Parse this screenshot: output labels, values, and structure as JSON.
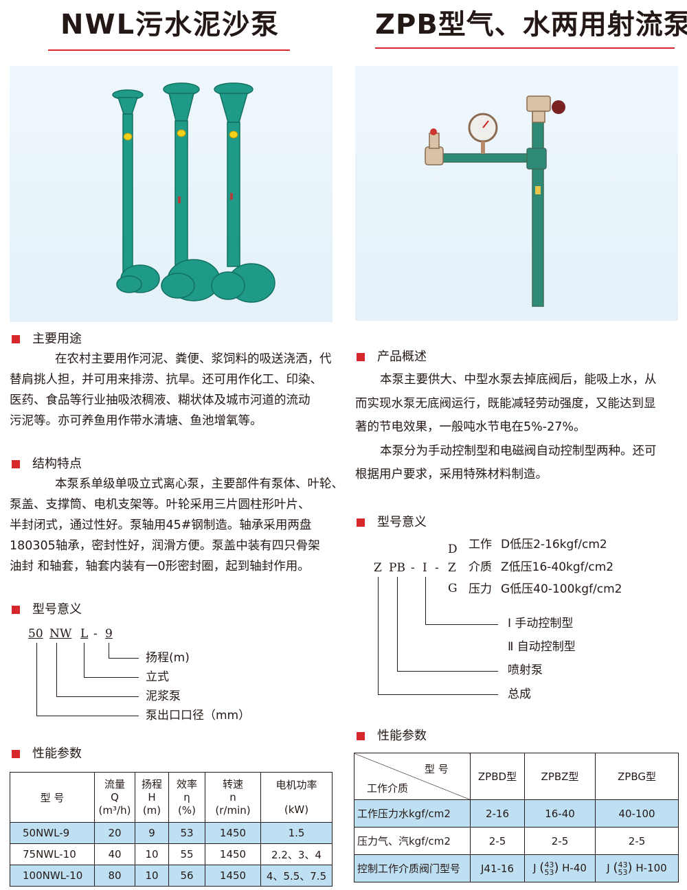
{
  "left": {
    "title": "NWL污水泥沙泵",
    "uses": {
      "heading": "主要用途",
      "lines": [
        "在农村主要用作河泥、粪便、浆饲料的吸送浇洒，代",
        "替肩挑人担，并可用来排涝、抗旱。还可用作化工、印染、",
        "医药、食品等行业抽吸浓稠液、糊状体及城市河道的流动",
        "污泥等。亦可养鱼用作带水清塘、鱼池增氧等。"
      ]
    },
    "structure": {
      "heading": "结构特点",
      "lines": [
        "本泵系单级单吸立式离心泵，主要部件有泵体、叶轮、",
        "泵盖、支撑筒、电机支架等。叶轮采用三片圆柱形叶片、",
        "半封闭式，通过性好。泵轴用45#钢制造。轴承采用两盘",
        "180305轴承，密封性好，润滑方便。泵盖中装有四只骨架",
        "油封 和轴套，轴套内装有一0形密封圈，起到轴封作用。"
      ]
    },
    "model": {
      "heading": "型号意义",
      "code": [
        "50",
        "NW",
        "L",
        "-",
        "9"
      ],
      "labels": [
        "扬程(m)",
        "立式",
        "泥浆泵",
        "泵出口口径（mm）"
      ]
    },
    "perf": {
      "heading": "性能参数",
      "headers": [
        {
          "top": "型 号",
          "mid": "",
          "bot": ""
        },
        {
          "top": "流量",
          "mid": "Q",
          "bot": "(m³/h)"
        },
        {
          "top": "扬程",
          "mid": "H",
          "bot": "(m)"
        },
        {
          "top": "效率",
          "mid": "η",
          "bot": "(%)"
        },
        {
          "top": "转速",
          "mid": "n",
          "bot": "(r/min)"
        },
        {
          "top": "电机功率",
          "mid": "",
          "bot": "(kW)"
        }
      ],
      "rows": [
        [
          "50NWL-9",
          "20",
          "9",
          "53",
          "1450",
          "1.5"
        ],
        [
          "75NWL-10",
          "40",
          "10",
          "55",
          "1450",
          "2.2、3、4"
        ],
        [
          "100NWL-10",
          "80",
          "10",
          "56",
          "1450",
          "4、5.5、7.5"
        ]
      ]
    }
  },
  "right": {
    "title": "ZPB型气、水两用射流泵",
    "overview": {
      "heading": "产品概述",
      "lines": [
        "本泵主要供大、中型水泵去掉底阀后，能吸上水，从",
        "而实现水泵无底阀运行，既能减轻劳动强度，又能达到显",
        "著的节电效果，一般吨水节电在5%-27%。",
        "本泵分为手动控制型和电磁阀自动控制型两种。还可",
        "根据用户要求，采用特殊材料制造。"
      ]
    },
    "model": {
      "heading": "型号意义",
      "code_z": "Z",
      "code_pb": "PB",
      "code_dash1": "-",
      "code_i": "I",
      "code_dash2": "-",
      "options": [
        "D",
        "Z",
        "G"
      ],
      "medium": [
        {
          "label": "工作",
          "desc": "D低压2-16kgf/cm2"
        },
        {
          "label": "介质",
          "desc": "Z低压16-40kgf/cm2"
        },
        {
          "label": "压力",
          "desc": "G低压40-100kgf/cm2"
        }
      ],
      "labels": [
        "Ⅰ 手动控制型",
        "Ⅱ 自动控制型",
        "喷射泵",
        "总成"
      ]
    },
    "perf": {
      "heading": "性能参数",
      "corner_top": "型 号",
      "corner_bottom": "工作介质",
      "columns": [
        "ZPBD型",
        "ZPBZ型",
        "ZPBG型"
      ],
      "rows": [
        {
          "label": "工作压力水kgf/cm2",
          "values": [
            "2-16",
            "16-40",
            "40-100"
          ]
        },
        {
          "label": "压力气、汽kgf/cm2",
          "values": [
            "2-5",
            "2-5",
            "2-5"
          ]
        }
      ],
      "valve_row": {
        "label": "控制工作介质阀门型号",
        "v1": "J41-16",
        "v2_prefix": "J",
        "v2_num": "43",
        "v2_den": "53",
        "v2_suffix": "H-40",
        "v3_prefix": "J",
        "v3_num": "43",
        "v3_den": "53",
        "v3_suffix": "H-100"
      }
    }
  }
}
